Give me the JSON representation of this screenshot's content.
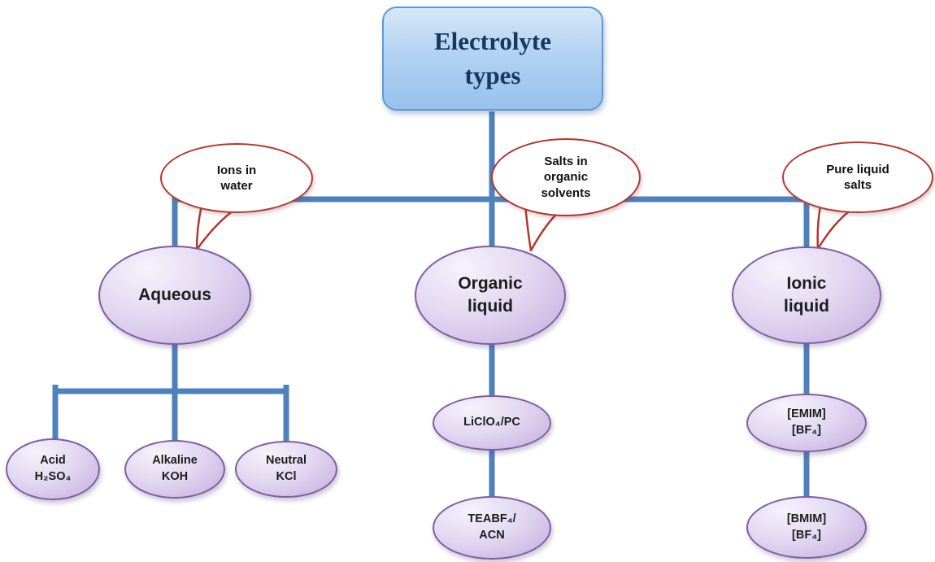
{
  "figure": {
    "title": "Electrolyte\ntypes",
    "callouts": [
      {
        "id": "ions-in-water",
        "label": "Ions in\nwater"
      },
      {
        "id": "salts-in-organic",
        "label": "Salts in\norganic\nsolvents"
      },
      {
        "id": "pure-liquid-salts",
        "label": "Pure liquid\nsalts"
      }
    ],
    "level1": [
      {
        "id": "aqueous",
        "label": "Aqueous"
      },
      {
        "id": "organic-liquid",
        "label": "Organic\nliquid"
      },
      {
        "id": "ionic-liquid",
        "label": "Ionic\nliquid"
      }
    ],
    "leaves": [
      {
        "id": "acid",
        "parent": "aqueous",
        "label": "Acid\nH₂SO₄"
      },
      {
        "id": "alkaline",
        "parent": "aqueous",
        "label": "Alkaline\nKOH"
      },
      {
        "id": "neutral",
        "parent": "aqueous",
        "label": "Neutral\nKCl"
      },
      {
        "id": "liclo4-pc",
        "parent": "organic-liquid",
        "label": "LiClO₄/PC"
      },
      {
        "id": "teabf4-acn",
        "parent": "liclo4-pc",
        "label": "TEABF₄/\nACN"
      },
      {
        "id": "emim-bf4",
        "parent": "ionic-liquid",
        "label": "[EMIM]\n[BF₄]"
      },
      {
        "id": "bmim-bf4",
        "parent": "emim-bf4",
        "label": "[BMIM]\n[BF₄]"
      }
    ],
    "colors": {
      "connector": "#4f81bd",
      "callout_border": "#b2382f",
      "node_border": "#7d5fa0",
      "node_fill": "#d9c9ec",
      "title_fill": "#aed0f2",
      "title_border": "#5b9bd5",
      "title_text": "#17375e"
    }
  }
}
